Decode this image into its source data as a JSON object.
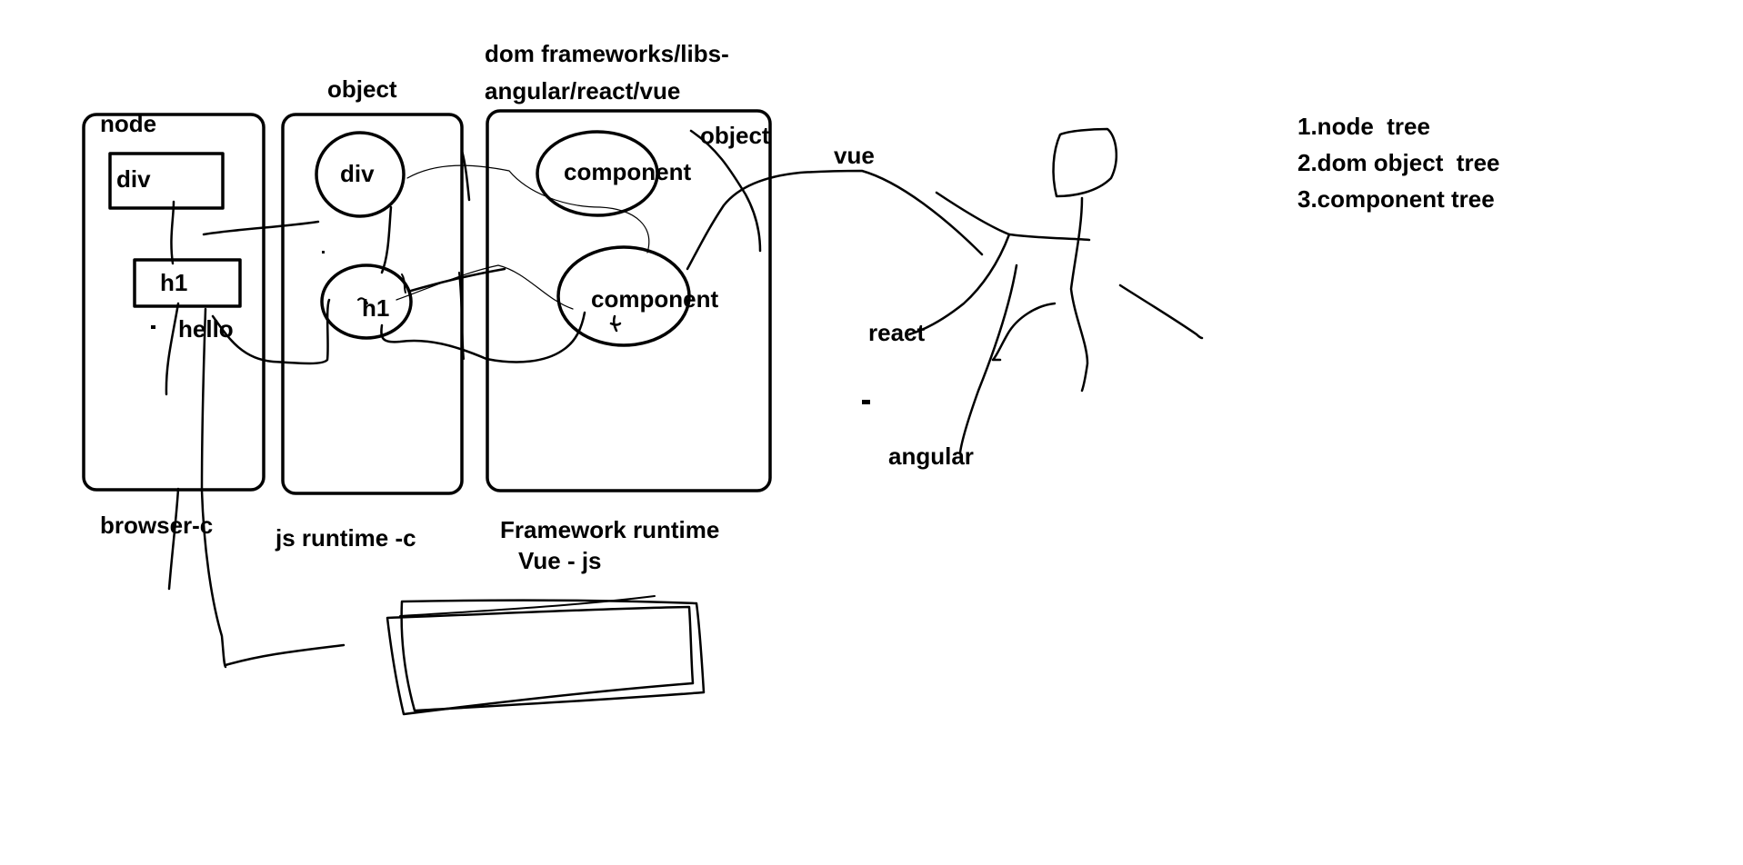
{
  "labels": {
    "node": "node",
    "div_text": "div",
    "h1_text": "h1",
    "hello": "hello",
    "object_top": "object",
    "obj_div": "div",
    "obj_h1": "h1",
    "frameworks_line1": "dom frameworks/libs-",
    "frameworks_line2": "angular/react/vue",
    "object_right": "object",
    "component_top": "component",
    "component_bottom": "component",
    "vue": "vue",
    "react": "react",
    "angular": "angular",
    "browser": "browser-c",
    "js_runtime": "js runtime -c",
    "framework_runtime": "Framework runtime",
    "vue_js": "Vue - js"
  },
  "trees": [
    "1.node  tree",
    "2.dom object  tree",
    "3.component tree"
  ]
}
